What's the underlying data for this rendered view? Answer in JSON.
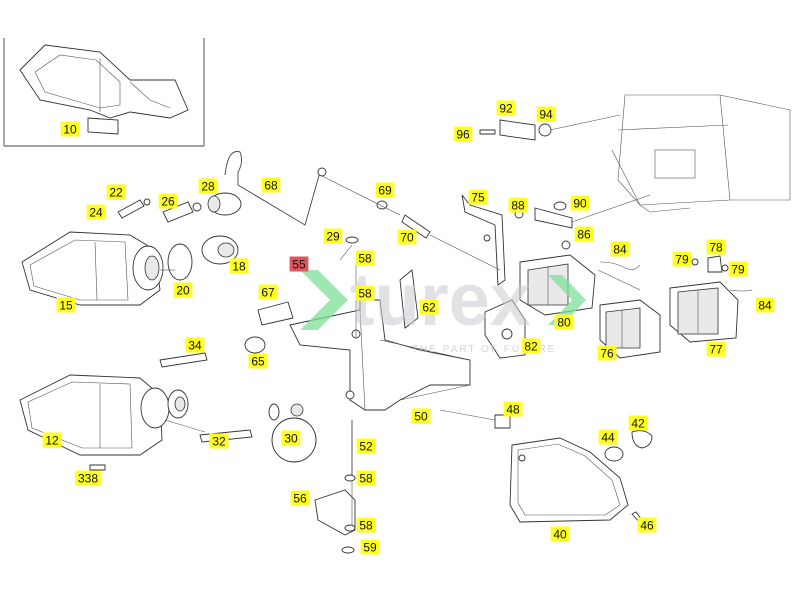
{
  "watermark": {
    "brand": "turex",
    "tagline": "THE PART OF FUTURE",
    "accent_color": "#7ddf9a"
  },
  "highlight_color": "#e0565f",
  "label_color": "#ffff22",
  "part_labels": [
    {
      "id": "p10",
      "code": "10"
    },
    {
      "id": "p92",
      "code": "92"
    },
    {
      "id": "p94",
      "code": "94"
    },
    {
      "id": "p96",
      "code": "96"
    },
    {
      "id": "p22",
      "code": "22"
    },
    {
      "id": "p24",
      "code": "24"
    },
    {
      "id": "p26",
      "code": "26"
    },
    {
      "id": "p28",
      "code": "28"
    },
    {
      "id": "p68",
      "code": "68"
    },
    {
      "id": "p69",
      "code": "69"
    },
    {
      "id": "p75",
      "code": "75"
    },
    {
      "id": "p88",
      "code": "88"
    },
    {
      "id": "p90",
      "code": "90"
    },
    {
      "id": "p86",
      "code": "86"
    },
    {
      "id": "p29",
      "code": "29"
    },
    {
      "id": "p70",
      "code": "70"
    },
    {
      "id": "p84a",
      "code": "84"
    },
    {
      "id": "p78",
      "code": "78"
    },
    {
      "id": "p79a",
      "code": "79"
    },
    {
      "id": "p79b",
      "code": "79"
    },
    {
      "id": "p55",
      "code": "55",
      "highlighted": true
    },
    {
      "id": "p58a",
      "code": "58"
    },
    {
      "id": "p18",
      "code": "18"
    },
    {
      "id": "p20",
      "code": "20"
    },
    {
      "id": "p15",
      "code": "15"
    },
    {
      "id": "p67",
      "code": "67"
    },
    {
      "id": "p58b",
      "code": "58"
    },
    {
      "id": "p62",
      "code": "62"
    },
    {
      "id": "p80",
      "code": "80"
    },
    {
      "id": "p84b",
      "code": "84"
    },
    {
      "id": "p76",
      "code": "76"
    },
    {
      "id": "p77",
      "code": "77"
    },
    {
      "id": "p82",
      "code": "82"
    },
    {
      "id": "p34",
      "code": "34"
    },
    {
      "id": "p65",
      "code": "65"
    },
    {
      "id": "p48",
      "code": "48"
    },
    {
      "id": "p50",
      "code": "50"
    },
    {
      "id": "p42",
      "code": "42"
    },
    {
      "id": "p44",
      "code": "44"
    },
    {
      "id": "p12",
      "code": "12"
    },
    {
      "id": "p32",
      "code": "32"
    },
    {
      "id": "p30",
      "code": "30"
    },
    {
      "id": "p52",
      "code": "52"
    },
    {
      "id": "p338",
      "code": "338"
    },
    {
      "id": "p58c",
      "code": "58"
    },
    {
      "id": "p56",
      "code": "56"
    },
    {
      "id": "p40",
      "code": "40"
    },
    {
      "id": "p58d",
      "code": "58"
    },
    {
      "id": "p46",
      "code": "46"
    },
    {
      "id": "p59",
      "code": "59"
    }
  ]
}
